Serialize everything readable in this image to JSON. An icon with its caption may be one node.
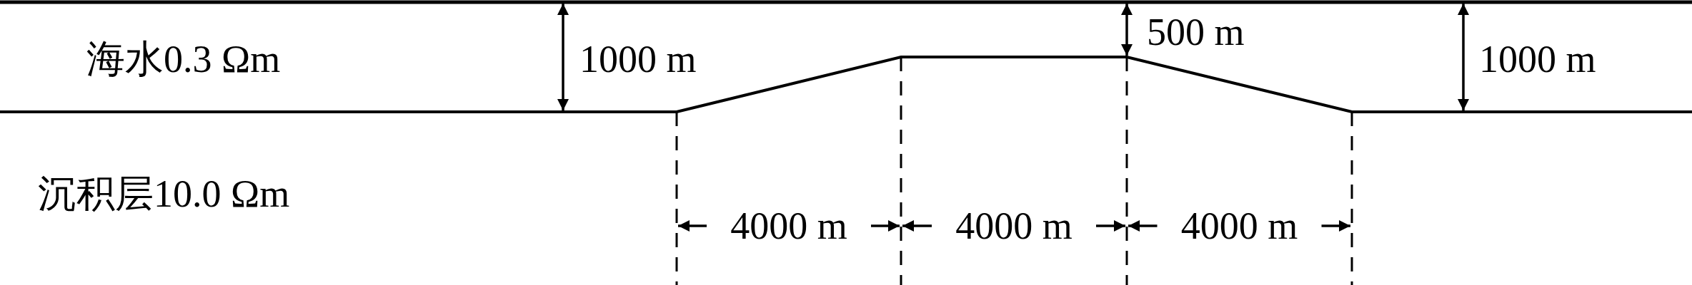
{
  "diagram": {
    "labels": [
      "海水0.3 Ωm",
      "1000 m",
      "500 m",
      "1000 m",
      "沉积层10.0 Ωm",
      "4000 m",
      "4000 m",
      "4000 m"
    ]
  }
}
